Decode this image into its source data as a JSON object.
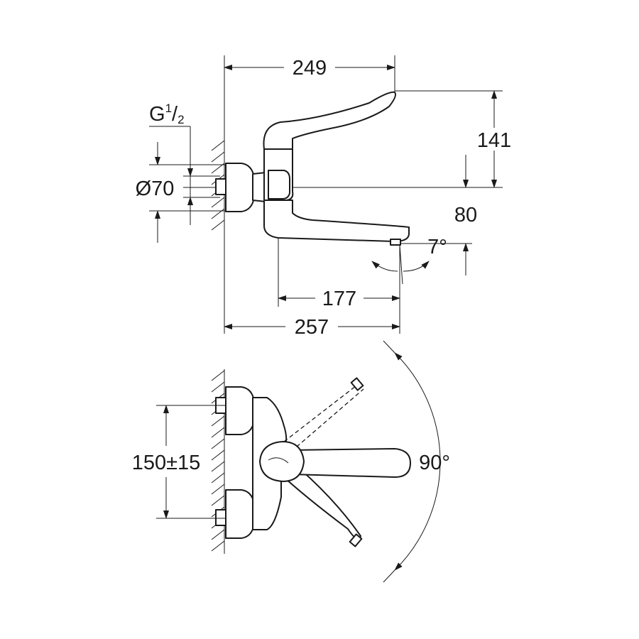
{
  "side_view": {
    "width_top": "249",
    "height_lever": "141",
    "thread_main": "G",
    "thread_sup": "1",
    "thread_sub": "2",
    "diameter": "Ø70",
    "height_spout": "80",
    "spout_angle": "7°",
    "spout_reach": "177",
    "width_bottom": "257"
  },
  "top_view": {
    "center_distance": "150±15",
    "lever_angle": "90°"
  },
  "colors": {
    "line": "#1a1a1a",
    "background": "#ffffff"
  }
}
